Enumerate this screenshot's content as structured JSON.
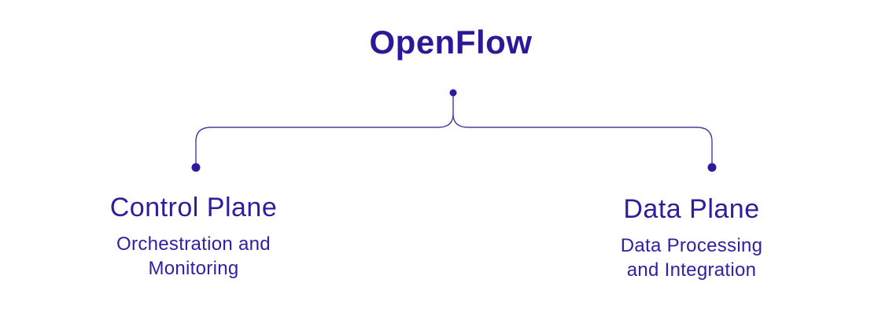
{
  "diagram": {
    "title": "OpenFlow",
    "colors": {
      "title_text": "#2b1a97",
      "node_label_text": "#2c1f9d",
      "node_description_text": "#2e21a3",
      "connector_line": "#473ba6",
      "connector_dot": "#2a1c9e",
      "background": "#ffffff"
    },
    "nodes": [
      {
        "id": "control-plane",
        "label": "Control Plane",
        "description_lines": [
          "Orchestration and",
          "Monitoring"
        ]
      },
      {
        "id": "data-plane",
        "label": "Data Plane",
        "description_lines": [
          "Data Processing",
          "and Integration"
        ]
      }
    ]
  }
}
